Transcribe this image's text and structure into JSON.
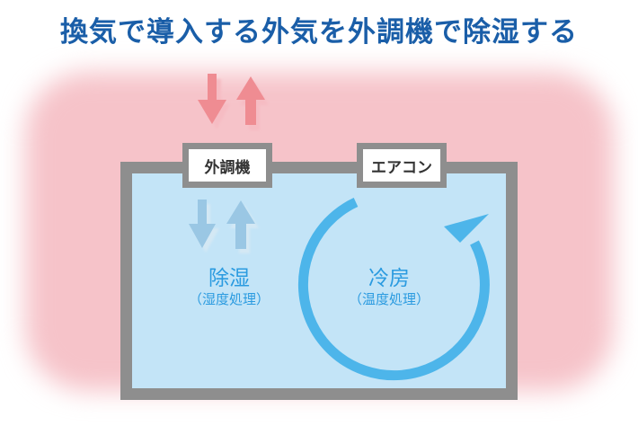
{
  "title": "換気で導入する外気を外調機で除湿する",
  "units": {
    "dehumidifier": "外調機",
    "aircon": "エアコン"
  },
  "zones": {
    "dehumidification": {
      "label": "除湿",
      "sublabel": "（湿度処理）"
    },
    "cooling": {
      "label": "冷房",
      "sublabel": "（温度処理）"
    }
  },
  "colors": {
    "title": "#1a5ea8",
    "outdoor_air": "#f6c3c9",
    "outdoor_arrows": "#ef8c92",
    "room_fill": "#c3e4f7",
    "room_arrows": "#9ac7e4",
    "wall": "#8e8e8e",
    "circulation": "#4db5ea",
    "zone_text": "#2b9be0"
  },
  "icons": [
    "down-arrow-icon",
    "up-arrow-icon",
    "circulation-arrow-icon"
  ]
}
